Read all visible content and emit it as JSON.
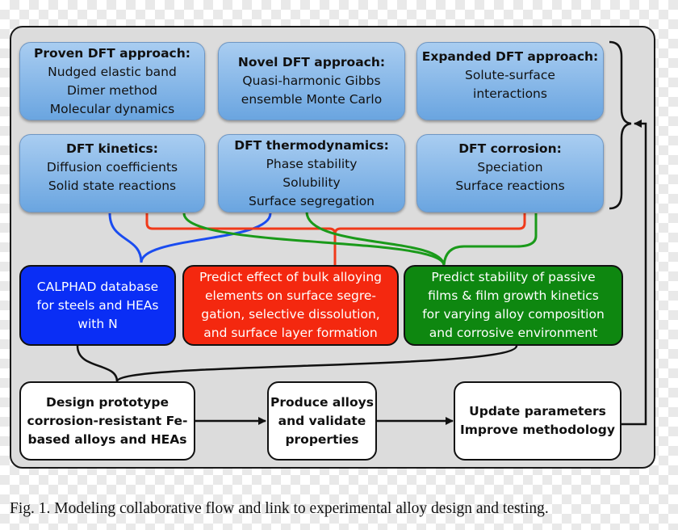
{
  "dft_boxes": [
    {
      "title": "Proven DFT approach:",
      "lines": [
        "Nudged elastic band",
        "Dimer method",
        "Molecular dynamics"
      ]
    },
    {
      "title": "Novel DFT approach:",
      "lines": [
        "Quasi-harmonic Gibbs",
        "ensemble Monte Carlo"
      ]
    },
    {
      "title": "Expanded DFT approach:",
      "lines": [
        "Solute-surface",
        "interactions"
      ]
    },
    {
      "title": "DFT kinetics:",
      "lines": [
        "Diffusion coefficients",
        "Solid state reactions"
      ]
    },
    {
      "title": "DFT thermodynamics:",
      "lines": [
        "Phase stability",
        "Solubility",
        "Surface segregation"
      ]
    },
    {
      "title": "DFT corrosion:",
      "lines": [
        "Speciation",
        "Surface reactions"
      ]
    }
  ],
  "prediction_boxes": [
    {
      "lines": [
        "CALPHAD database",
        "for steels and HEAs",
        "with N"
      ]
    },
    {
      "lines": [
        "Predict effect of bulk alloying",
        "elements on surface segre-",
        "gation, selective dissolution,",
        "and surface layer formation"
      ]
    },
    {
      "lines": [
        "Predict stability of passive",
        "films  & film growth kinetics",
        "for varying alloy composition",
        "and corrosive environment"
      ]
    }
  ],
  "workflow_boxes": [
    {
      "lines": [
        "Design prototype",
        "corrosion-resistant Fe-",
        "based alloys and HEAs"
      ]
    },
    {
      "lines": [
        "Produce alloys",
        "and validate",
        "properties"
      ]
    },
    {
      "lines": [
        "Update parameters",
        "Improve methodology"
      ]
    }
  ],
  "caption": "Fig. 1. Modeling collaborative flow and link to experimental alloy design and testing.",
  "colors": {
    "panel": "#dcdcdc",
    "blue_box_top": "#a9cdf1",
    "blue_box_bottom": "#6aa5e0",
    "calphad": "#0a2ef5",
    "surface_red": "#f4280f",
    "passive_green": "#0e8710",
    "wire_blue": "#1a4cf0",
    "wire_red": "#f03a1a",
    "wire_green": "#1a9a1a",
    "arrow": "#111111"
  }
}
